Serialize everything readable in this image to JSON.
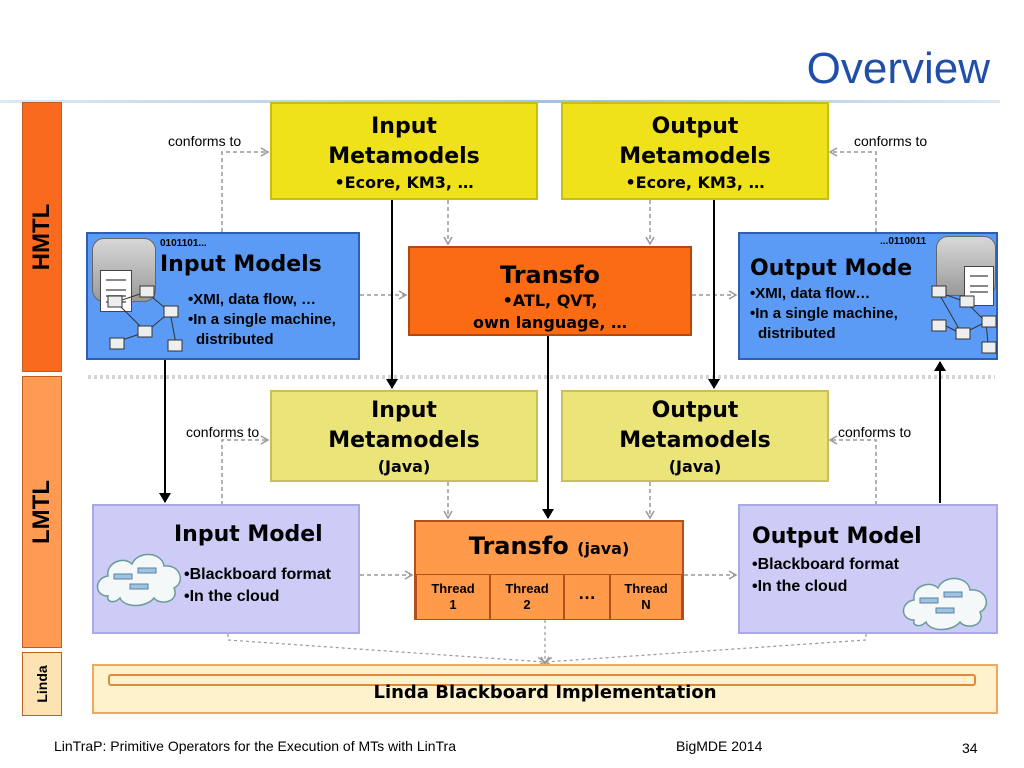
{
  "slide_title": "Overview",
  "side_labels": {
    "hmtl": "HMTL",
    "lmtl": "LMTL",
    "linda": "Linda"
  },
  "conforms_label": "conforms to",
  "hmtl": {
    "input_metamodels": {
      "line1": "Input",
      "line2": "Metamodels",
      "bullet": "•Ecore, KM3, …"
    },
    "output_metamodels": {
      "line1": "Output",
      "line2": "Metamodels",
      "bullet": "•Ecore, KM3, …"
    },
    "input_models": {
      "title": "Input Models",
      "binary": "0101101...",
      "bullets": [
        "•XMI, data flow, …",
        "•In a single machine,",
        "  distributed"
      ]
    },
    "output_models": {
      "title": "Output Mode",
      "binary": "...0110011",
      "bullets": [
        "•XMI, data flow…",
        "•In a single machine,",
        "  distributed"
      ]
    },
    "transfo": {
      "title": "Transfo",
      "line1": "•ATL, QVT,",
      "line2": "own language, …"
    }
  },
  "lmtl": {
    "input_metamodels": {
      "line1": "Input",
      "line2": "Metamodels",
      "line3": "(Java)"
    },
    "output_metamodels": {
      "line1": "Output",
      "line2": "Metamodels",
      "line3": "(Java)"
    },
    "input_model": {
      "title": "Input Model",
      "bullets": [
        "•Blackboard format",
        "•In the cloud"
      ]
    },
    "output_model": {
      "title": "Output Model",
      "bullets": [
        "•Blackboard format",
        "•In the cloud"
      ]
    },
    "transfo": {
      "title": "Transfo",
      "suffix": "(java)",
      "threads": [
        {
          "l1": "Thread",
          "l2": "1"
        },
        {
          "l1": "Thread",
          "l2": "2"
        },
        {
          "l1": "…",
          "l2": ""
        },
        {
          "l1": "Thread",
          "l2": "N"
        }
      ]
    }
  },
  "linda_bar": "Linda Blackboard Implementation",
  "footer": {
    "left": "LinTraP: Primitive Operators for the Execution of MTs with LinTra",
    "center": "BigMDE 2014",
    "page": "34"
  },
  "colors": {
    "title": "#1f4fa8",
    "hmtl_side": "#fa6a1e",
    "lmtl_side": "#fe9a52",
    "linda_side": "#fde3b2",
    "yellow_box": "#f0e21a",
    "pale_yellow_box": "#ebe479",
    "transfo_orange": "#fa6b14",
    "transfo_light": "#ff9a4a",
    "blue_box": "#5b9bf5",
    "lavender_box": "#ccccf7",
    "linda_bar": "#fef2cc"
  }
}
